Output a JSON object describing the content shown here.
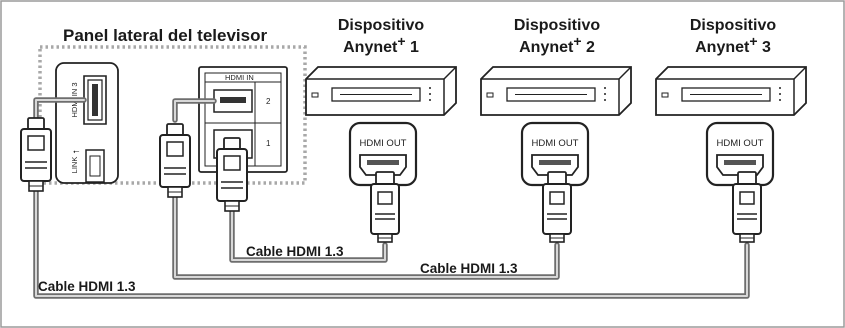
{
  "title": "Panel lateral del televisor",
  "tv_panel": {
    "port_hdmi_in_3": "HDMI IN 3",
    "port_link": "LINK",
    "port_hdmi_in": "HDMI IN",
    "port_num_2": "2",
    "port_num_1": "1"
  },
  "devices": [
    {
      "line1": "Dispositivo",
      "line2": "Anynet",
      "sup": "+",
      "num": " 1",
      "port": "HDMI OUT"
    },
    {
      "line1": "Dispositivo",
      "line2": "Anynet",
      "sup": "+",
      "num": " 2",
      "port": "HDMI OUT"
    },
    {
      "line1": "Dispositivo",
      "line2": "Anynet",
      "sup": "+",
      "num": " 3",
      "port": "HDMI OUT"
    }
  ],
  "cables": [
    {
      "label": "Cable HDMI 1.3"
    },
    {
      "label": "Cable HDMI 1.3"
    },
    {
      "label": "Cable HDMI 1.3"
    }
  ],
  "colors": {
    "border": "#9a9a9a",
    "cable": "#6e6e6e",
    "dotted": "#a8a8a8"
  }
}
